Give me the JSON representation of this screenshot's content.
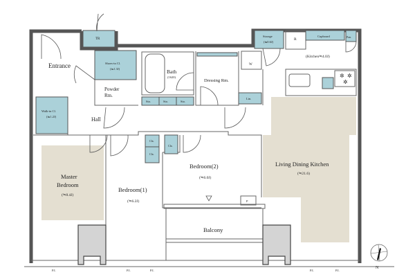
{
  "plan": {
    "rooms": {
      "entrance": "Entrance",
      "tr": "TR",
      "shoes_in": "Shoes-in Cl.",
      "shoes_in_size": "(≒1.3J)",
      "powder": "Powder",
      "powder2": "Rm.",
      "bath": "Bath",
      "bath_size": "(1620)",
      "dressing": "Dressing Rm.",
      "w": "W",
      "lin": "Lin.",
      "sto": "Sto.",
      "walkin": "Walk-in Cl.",
      "walkin_size": "(≒1.2J)",
      "hall": "Hall",
      "storage": "Storage",
      "storage_size": "(≒0.6J)",
      "r": "R",
      "cupboard": "Cupboard",
      "pan": "Pan.",
      "kitchen": "(Kitchen≒4.0J)",
      "ldk": "Living Dining Kitchen",
      "ldk_size": "(≒21.6)",
      "master1": "Master",
      "master2": "Bedroom",
      "master_size": "(≒8.4J)",
      "bed1": "Bedroom(1)",
      "bed1_size": "(≒6.2J)",
      "bed2": "Bedroom(2)",
      "bed2_size": "(≒6.0J)",
      "cla": "Cla.",
      "p": "P",
      "balcony": "Balcony",
      "pit": "P.I."
    },
    "compass": "N"
  },
  "colors": {
    "closet": "#abd1d9",
    "living": "#e4dfd1",
    "pillar": "#d4d4d4"
  }
}
